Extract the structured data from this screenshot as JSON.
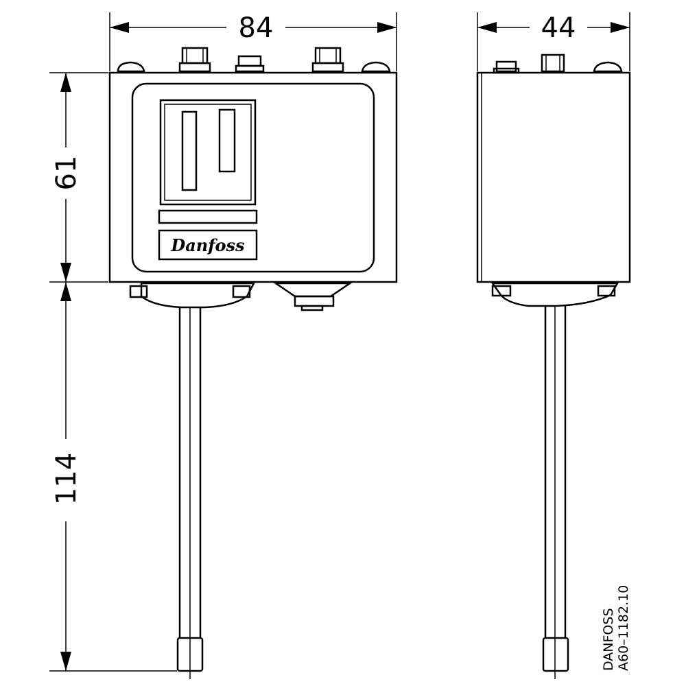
{
  "dimensions": {
    "width_front": "84",
    "width_side": "44",
    "height_body": "61",
    "length_tube": "114"
  },
  "front_view": {
    "logo_text": "Danfoss"
  },
  "drawing_label": {
    "company": "DANFOSS",
    "code": "A60–1182.10"
  }
}
